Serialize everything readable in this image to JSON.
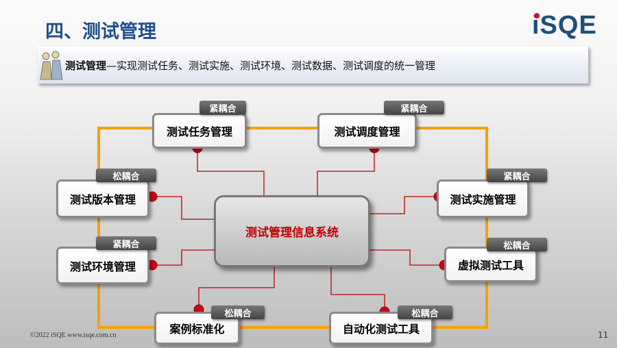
{
  "header": {
    "title": "四、测试管理",
    "logo": "iSQE"
  },
  "banner": {
    "bold": "测试管理",
    "text": "—实现测试任务、测试实施、测试环境、测试数据、测试调度的统一管理"
  },
  "center": {
    "label": "测试管理信息系统"
  },
  "modules": [
    {
      "label": "测试任务管理",
      "coupling": "紧耦合"
    },
    {
      "label": "测试调度管理",
      "coupling": "紧耦合"
    },
    {
      "label": "测试版本管理",
      "coupling": "松耦合"
    },
    {
      "label": "测试实施管理",
      "coupling": "紧耦合"
    },
    {
      "label": "测试环境管理",
      "coupling": "紧耦合"
    },
    {
      "label": "虚拟测试工具",
      "coupling": "松耦合"
    },
    {
      "label": "案例标准化",
      "coupling": "松耦合"
    },
    {
      "label": "自动化测试工具",
      "coupling": "松耦合"
    }
  ],
  "footer": {
    "copyright": "©2022  iSQE   www.isqe.com.cn",
    "page": "11"
  },
  "colors": {
    "title": "#1f4e8c",
    "connector": "#f5a000",
    "link": "#c00000"
  }
}
